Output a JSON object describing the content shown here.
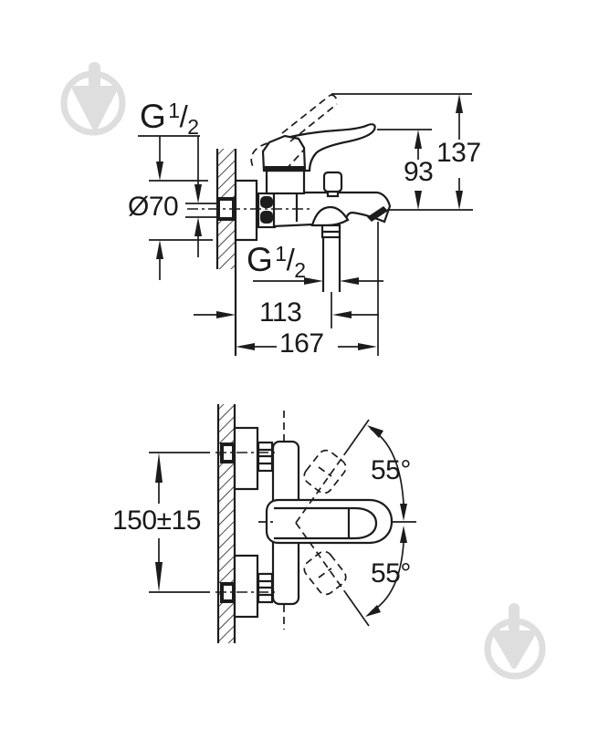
{
  "side_view": {
    "thread_top": {
      "g": "G",
      "numerator": "1",
      "slash": "/",
      "denominator": "2"
    },
    "thread_bottom": {
      "g": "G",
      "numerator": "1",
      "slash": "/",
      "denominator": "2"
    },
    "diameter": "Ø70",
    "height_to_lever": "93",
    "height_to_lever_raised": "137",
    "wall_to_shower_outlet": "113",
    "wall_to_spout_tip": "167"
  },
  "front_view": {
    "mounting_distance": "150±15",
    "lever_swing_up": "55°",
    "lever_swing_down": "55°"
  },
  "watermark": {
    "icon": "trowel-logo-icon",
    "color": "#dedede"
  },
  "colors": {
    "line": "#1c1c1c",
    "background": "#ffffff"
  }
}
